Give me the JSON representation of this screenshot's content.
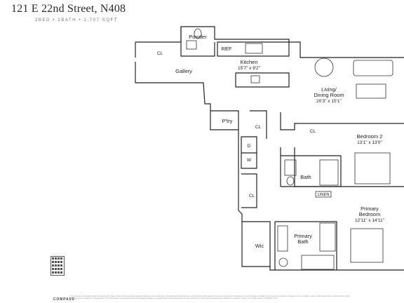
{
  "header": {
    "title": "121 E 22nd Street, N408",
    "subtitle": "2BED • 2BATH • 1,707 SQFT"
  },
  "rooms": {
    "powder": "Powder",
    "ref": "REF",
    "cl_gallery": "CL",
    "gallery": "Gallery",
    "kitchen_name": "Kitchen",
    "kitchen_dims": "15'7\" x 9'2\"",
    "living_name": "Living/",
    "dining_name": "Dining Room",
    "living_dims": "20'3\" x 15'1\"",
    "pantry": "P'try",
    "cl_pantry": "CL",
    "d": "D",
    "w": "W",
    "cl_bed2": "CL",
    "bedroom2_name": "Bedroom 2",
    "bedroom2_dims": "13'1\" x 13'0\"",
    "bath": "Bath",
    "linen": "LINEN",
    "cl_hall": "CL",
    "primary_bed_name1": "Primary",
    "primary_bed_name2": "Bedroom",
    "primary_bed_dims": "12'11\" x 14'11\"",
    "primary_bath_name1": "Primary",
    "primary_bath_name2": "Bath",
    "wic": "Wic"
  },
  "footer": {
    "brand": "COMPASS",
    "disclaimer_line1": "Compass is a real estate broker licensed by the State of New York and abides by Equal Housing Opportunity laws. All material presented herein is intended for informational purposes only and is compiled from sources deemed reliable but has not been verified. Changes in price, condition, sale or withdrawal may be made without notice.",
    "disclaimer_line2": "No statement is made as to the accuracy of any description. All measurements and square footages are approximate. Exact dimensions can be obtained by retaining the services of an architect or engineer. This is not an offer where prohibited by law."
  }
}
